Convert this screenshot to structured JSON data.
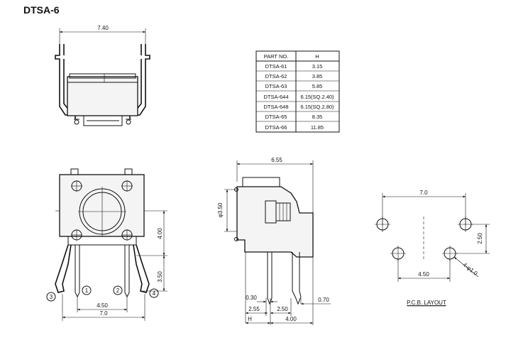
{
  "title": "DTSA-6",
  "table": {
    "headers": [
      "PART NO.",
      "H"
    ],
    "rows": [
      [
        "DTSA-61",
        "3.15"
      ],
      [
        "DTSA-62",
        "3.85"
      ],
      [
        "DTSA-63",
        "5.85"
      ],
      [
        "DTSA-644",
        "6.15(SQ.2.40)"
      ],
      [
        "DTSA-648",
        "6.15(SQ.2.80)"
      ],
      [
        "DTSA-65",
        "8.35"
      ],
      [
        "DTSA-66",
        "11.85"
      ]
    ]
  },
  "top_view": {
    "width_dim": "7.40"
  },
  "front_view": {
    "dims": {
      "height_upper": "4.00",
      "height_lower": "3.50",
      "pitch_inner": "4.50",
      "pitch_outer": "7.0"
    },
    "pins": [
      "1",
      "2",
      "3",
      "4"
    ]
  },
  "side_view": {
    "dims": {
      "width": "6.55",
      "dia": "φ3.50",
      "d1": "0.30",
      "d2": "0.70",
      "d3": "2.55",
      "d4": "2.50",
      "h": "H",
      "d5": "4.00"
    }
  },
  "pcb_layout": {
    "caption": "P.C.B. LAYOUT",
    "dims": {
      "width": "7.0",
      "height": "2.50",
      "pitch": "4.50",
      "hole": "4-φ1.0"
    }
  }
}
